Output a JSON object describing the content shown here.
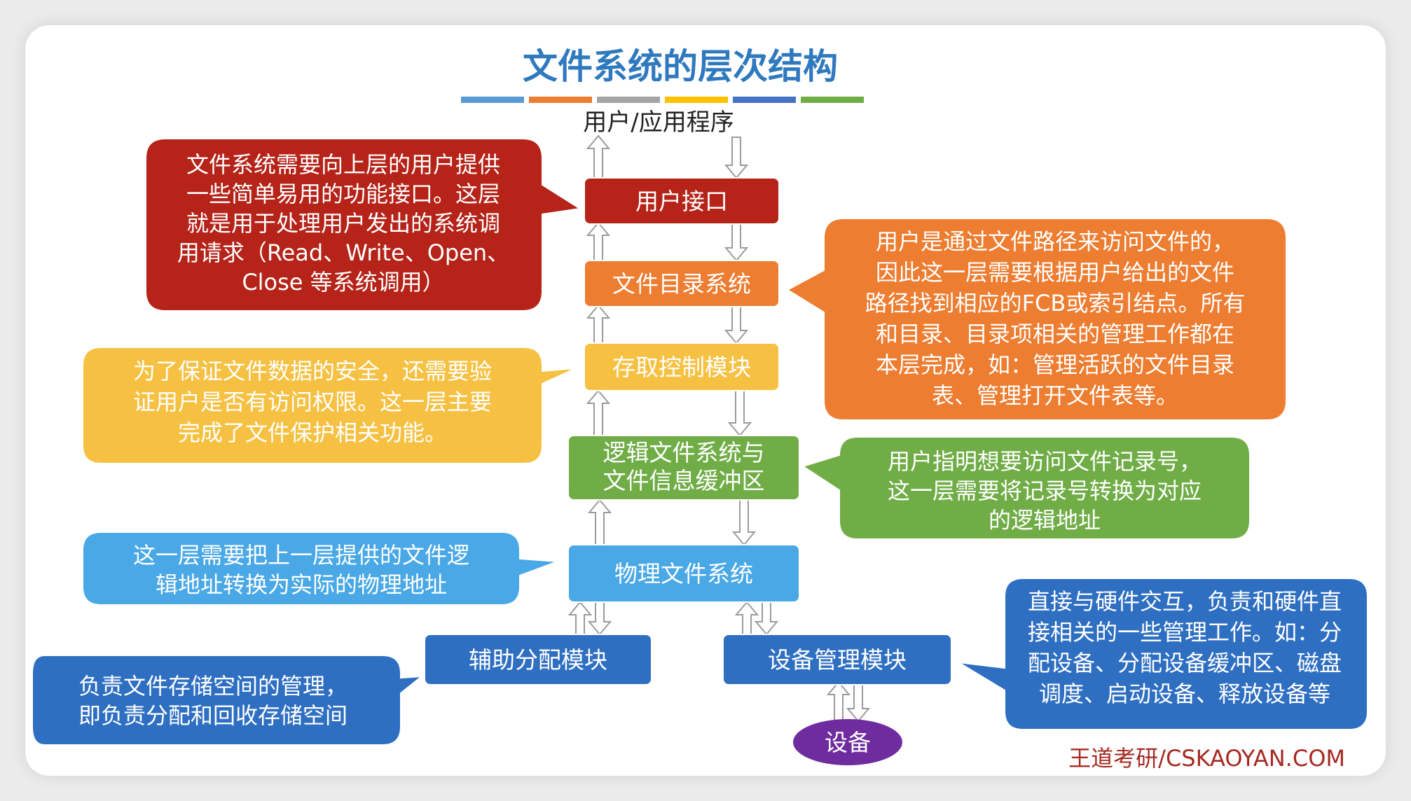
{
  "title": "文件系统的层次结构",
  "title_bar_colors": [
    "#5b9bd5",
    "#ed7d31",
    "#a5a5a5",
    "#ffc000",
    "#4472c4",
    "#70ad47"
  ],
  "top_label": "用户/应用程序",
  "layers": {
    "user_interface": {
      "label": "用户接口",
      "color": "#b52319"
    },
    "directory_system": {
      "label": "文件目录系统",
      "color": "#ed7d31"
    },
    "access_control": {
      "label": "存取控制模块",
      "color": "#f6c143"
    },
    "logical_fs": {
      "lines": [
        "逻辑文件系统与",
        "文件信息缓冲区"
      ],
      "color": "#70ad47"
    },
    "physical_fs": {
      "label": "物理文件系统",
      "color": "#4aa8e6"
    },
    "alloc_module": {
      "label": "辅助分配模块",
      "color": "#2f6fc2"
    },
    "device_mgmt": {
      "label": "设备管理模块",
      "color": "#2f6fc2"
    },
    "device": {
      "label": "设备",
      "color": "#6f2c9f"
    }
  },
  "callouts": {
    "user_interface": {
      "lines": [
        "文件系统需要向上层的用户提供",
        "一些简单易用的功能接口。这层",
        "就是用于处理用户发出的系统调",
        "用请求（Read、Write、Open、",
        "Close 等系统调用）"
      ]
    },
    "directory_system": {
      "lines": [
        "用户是通过文件路径来访问文件的，",
        "因此这一层需要根据用户给出的文件",
        "路径找到相应的FCB或索引结点。所有",
        "和目录、目录项相关的管理工作都在",
        "本层完成，如：管理活跃的文件目录",
        "表、管理打开文件表等。"
      ]
    },
    "access_control": {
      "lines": [
        "为了保证文件数据的安全，还需要验",
        "证用户是否有访问权限。这一层主要",
        "完成了文件保护相关功能。"
      ]
    },
    "logical_fs": {
      "lines": [
        "用户指明想要访问文件记录号，",
        "这一层需要将记录号转换为对应",
        "的逻辑地址"
      ]
    },
    "physical_fs": {
      "lines": [
        "这一层需要把上一层提供的文件逻",
        "辑地址转换为实际的物理地址"
      ]
    },
    "alloc_module": {
      "lines": [
        "负责文件存储空间的管理，",
        "即负责分配和回收存储空间"
      ]
    },
    "device_mgmt": {
      "lines": [
        "直接与硬件交互，负责和硬件直",
        "接相关的一些管理工作。如：分",
        "配设备、分配设备缓冲区、磁盘",
        "调度、启动设备、释放设备等"
      ]
    }
  },
  "footer": "王道考研/CSKAOYAN.COM"
}
